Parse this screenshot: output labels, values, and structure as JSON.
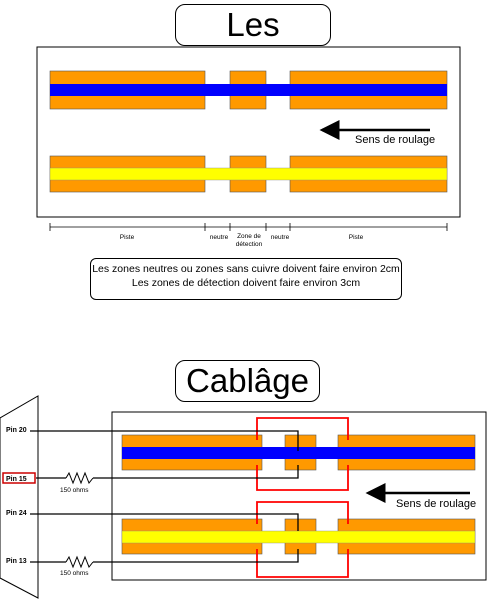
{
  "zones": {
    "title": "Les Zones",
    "direction_label": "Sens de roulage",
    "labels": {
      "piste_left": "Piste",
      "neutre_left": "neutre",
      "zone_detection_line1": "Zone de",
      "zone_detection_line2": "détection",
      "neutre_right": "neutre",
      "piste_right": "Piste"
    },
    "note_line1": "Les zones neutres ou zones sans cuivre doivent faire environ 2cm",
    "note_line2": "Les zones de détection doivent faire environ 3cm"
  },
  "cablage": {
    "title": "Cablâge",
    "direction_label": "Sens de roulage",
    "pins": {
      "pin20": "Pin 20",
      "pin15": "Pin 15",
      "pin24": "Pin 24",
      "pin13": "Pin 13"
    },
    "resistor_top": "150 ohms",
    "resistor_bottom": "150 ohms"
  },
  "colors": {
    "copper": "#ff9900",
    "blue_rail": "#0000ff",
    "yellow_rail": "#ffff00",
    "red_wire": "#ff0000",
    "pin15_highlight": "#cc0000"
  }
}
